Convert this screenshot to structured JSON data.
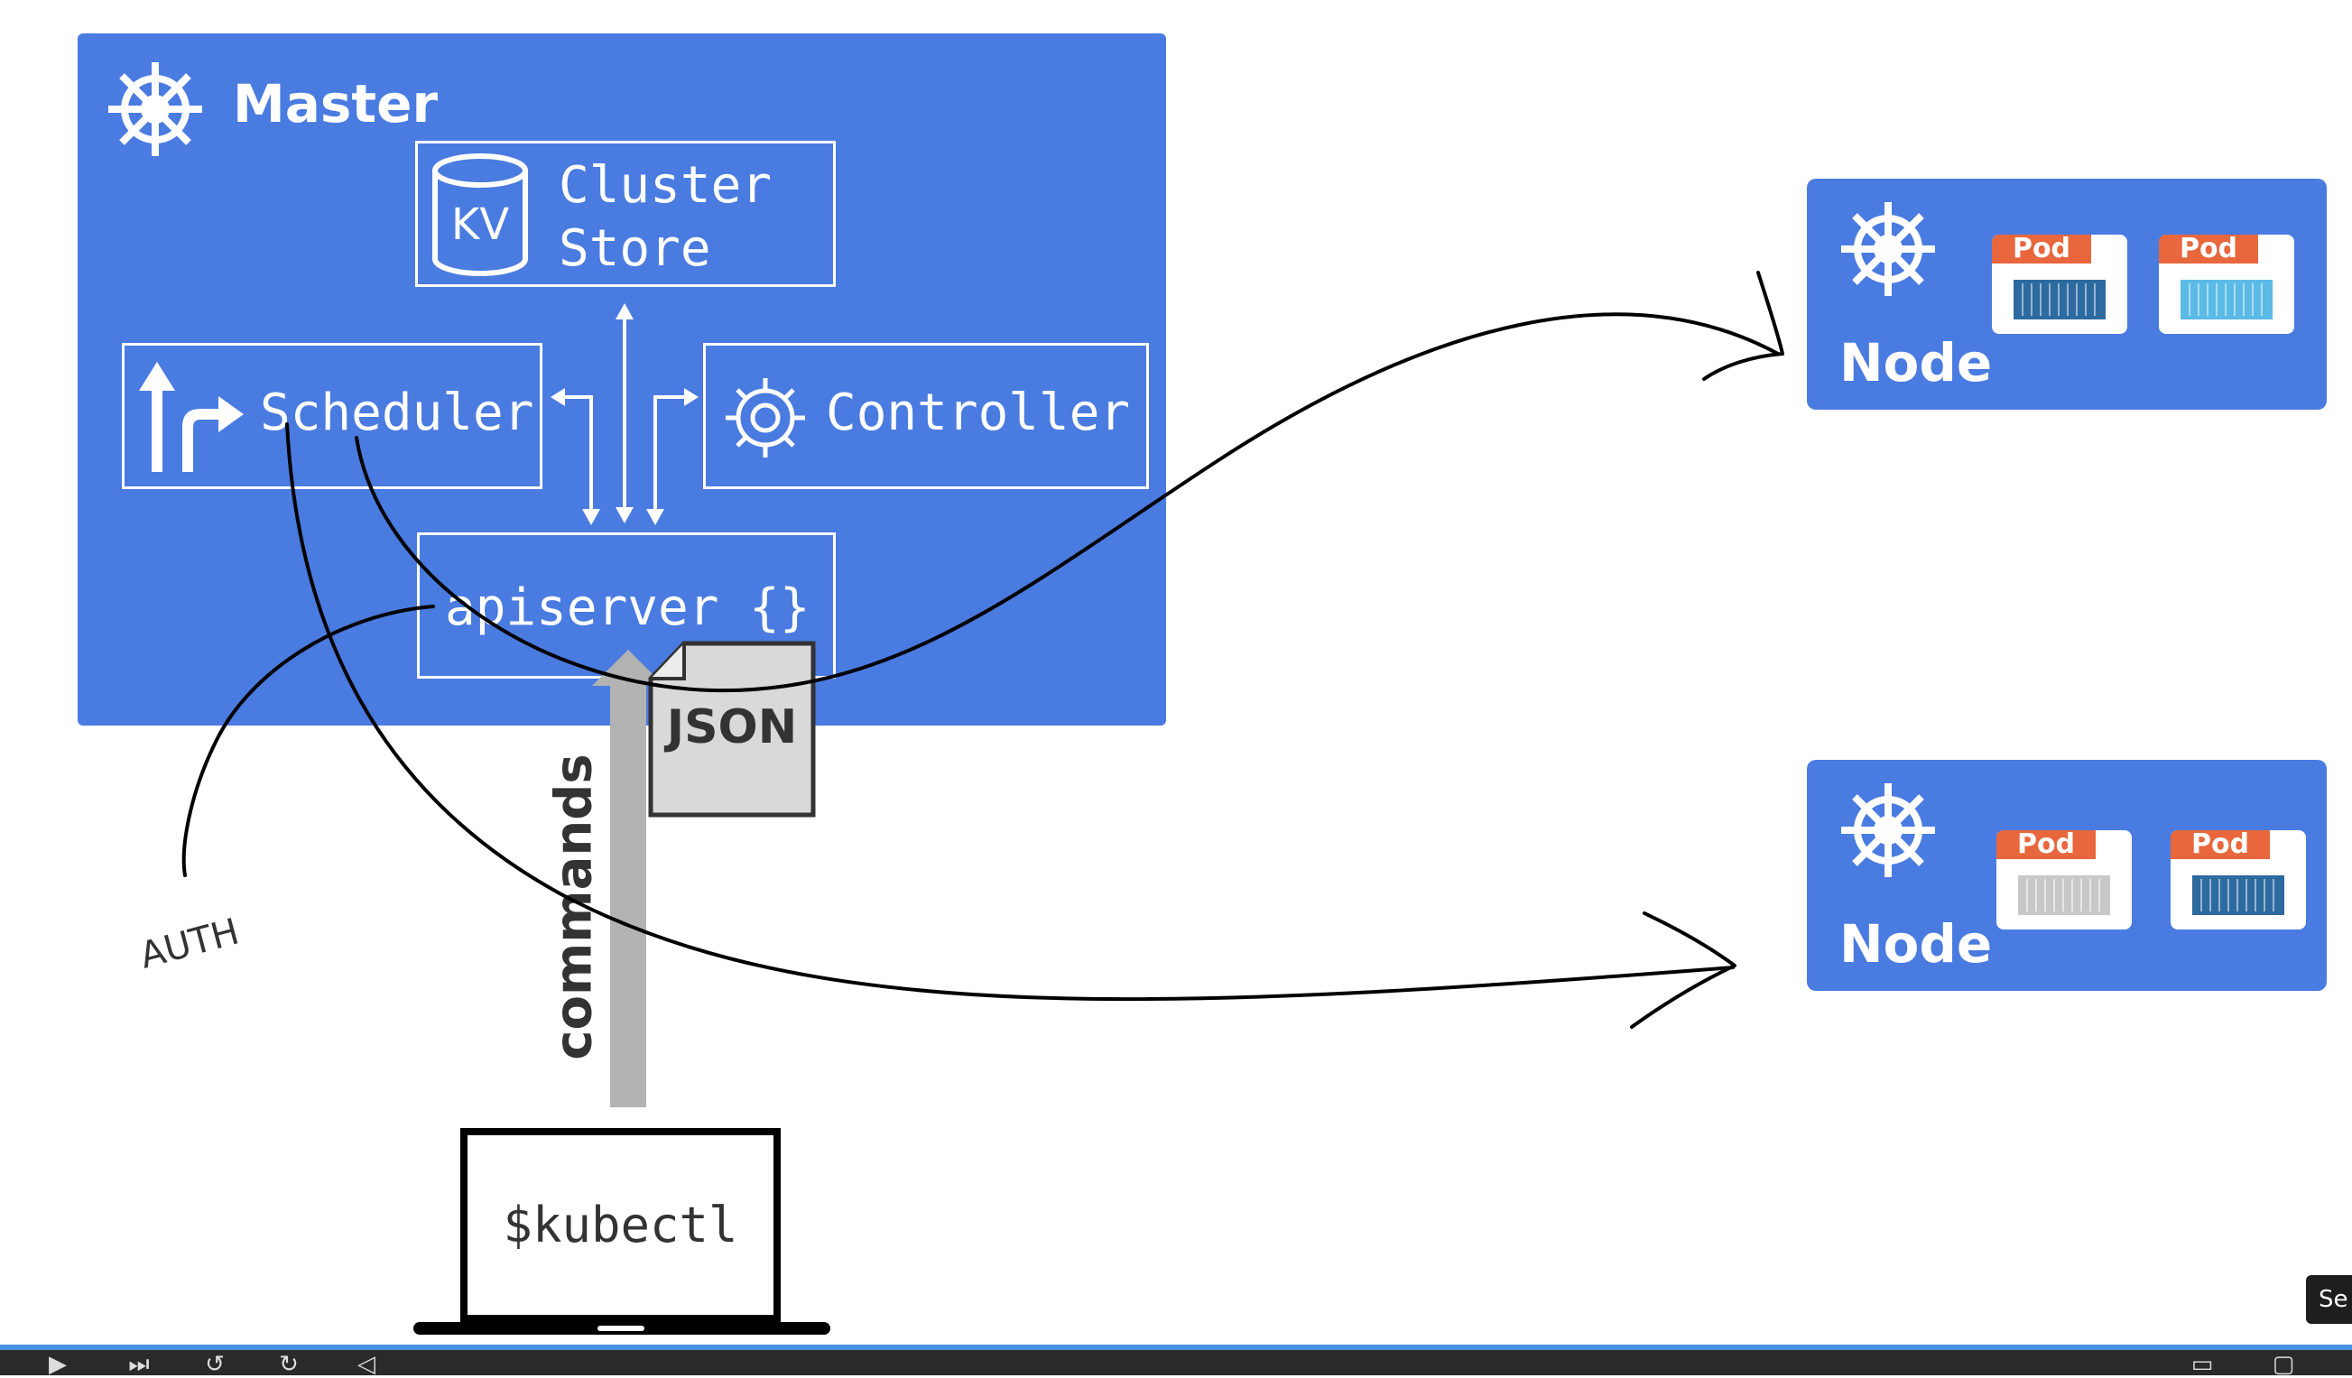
{
  "master": {
    "title": "Master"
  },
  "cluster_store": {
    "kv_label": "KV",
    "line1": "Cluster",
    "line2": "Store"
  },
  "scheduler": {
    "label": "Scheduler"
  },
  "controller": {
    "label": "Controller"
  },
  "apiserver": {
    "label": "apiserver {}"
  },
  "json_doc": {
    "label": "JSON"
  },
  "commands_label": "commands",
  "auth_label": "AUTH",
  "kubectl": {
    "label": "$kubectl"
  },
  "nodes": [
    {
      "label": "Node",
      "pods": [
        {
          "label": "Pod",
          "color": "#2d6a9f"
        },
        {
          "label": "Pod",
          "color": "#5bbbe6"
        }
      ]
    },
    {
      "label": "Node",
      "pods": [
        {
          "label": "Pod",
          "color": "#c8c8c8"
        },
        {
          "label": "Pod",
          "color": "#2d6a9f"
        }
      ]
    }
  ],
  "player": {
    "tooltip": "Se"
  },
  "colors": {
    "blue": "#4a7be0",
    "pod_tag": "#e8673c",
    "arrow": "#b3b3b3"
  },
  "icons": {
    "helm": "kubernetes-helm-icon",
    "database": "database-cylinder-icon",
    "gear": "gear-icon",
    "route": "route-arrow-icon"
  }
}
